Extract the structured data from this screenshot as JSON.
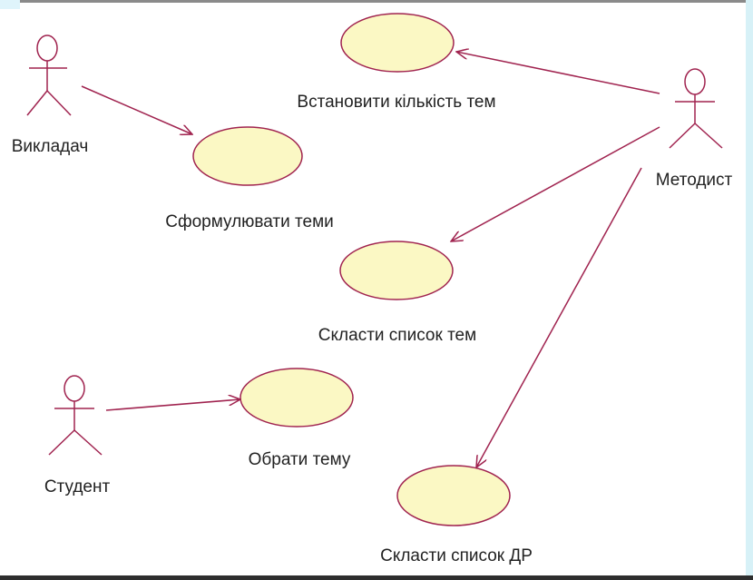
{
  "actors": {
    "teacher": "Викладач",
    "methodist": "Методист",
    "student": "Студент"
  },
  "use_cases": {
    "set_count": "Встановити кількість тем",
    "formulate": "Сформулювати теми",
    "make_topic_list": "Скласти список тем",
    "choose_topic": "Обрати тему",
    "make_dr_list": "Скласти список ДР"
  },
  "colors": {
    "line": "#a0234f",
    "fill": "#fbf8c4"
  }
}
